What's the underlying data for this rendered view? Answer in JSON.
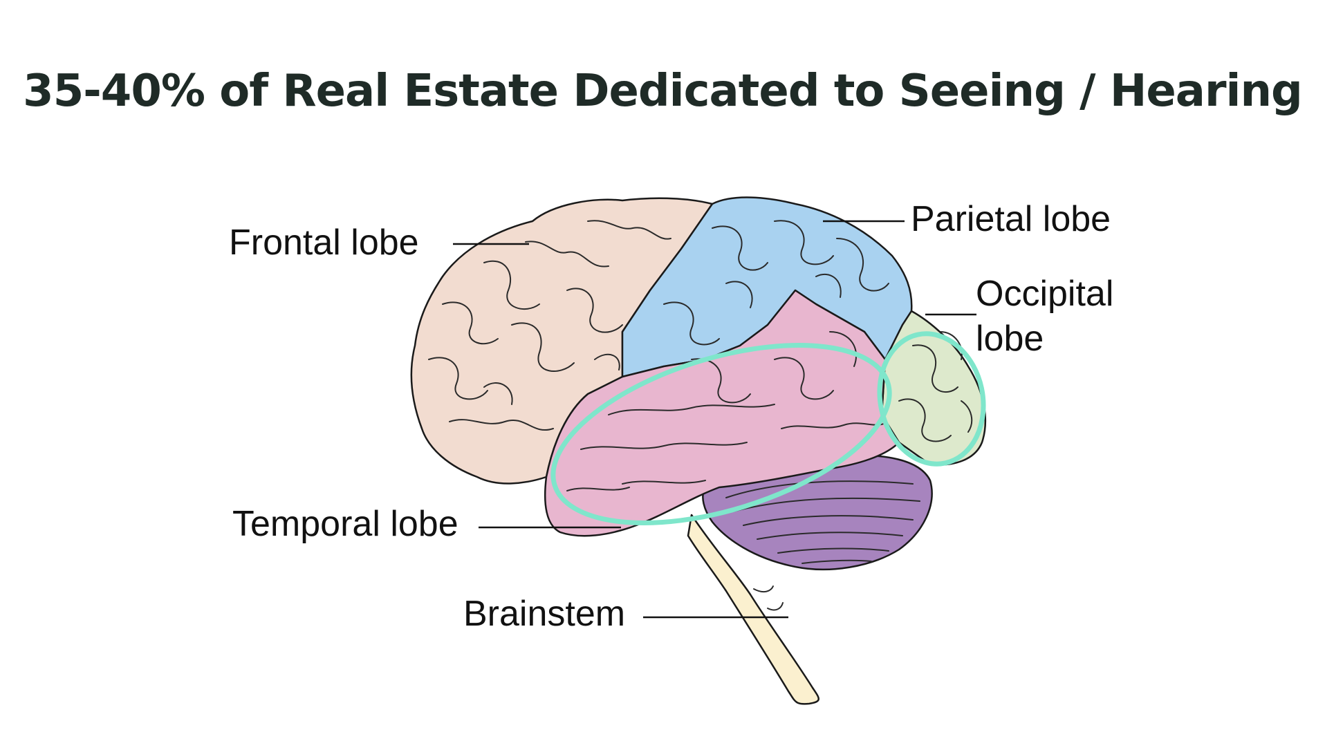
{
  "title": "35-40% of Real Estate Dedicated to Seeing / Hearing",
  "labels": {
    "frontal": "Frontal lobe",
    "parietal": "Parietal lobe",
    "occipital_line1": "Occipital",
    "occipital_line2": "lobe",
    "temporal": "Temporal lobe",
    "brainstem": "Brainstem"
  },
  "colors": {
    "frontal": "#f2dcd0",
    "parietal": "#a9d2f0",
    "occipital": "#dde9cc",
    "temporal": "#e8b6cf",
    "cerebellum": "#a784be",
    "brainstem": "#fbf0cf",
    "highlight": "#7fe6cb",
    "title": "#1f2b27"
  },
  "highlights": [
    "temporal-lobe",
    "occipital-lobe"
  ]
}
